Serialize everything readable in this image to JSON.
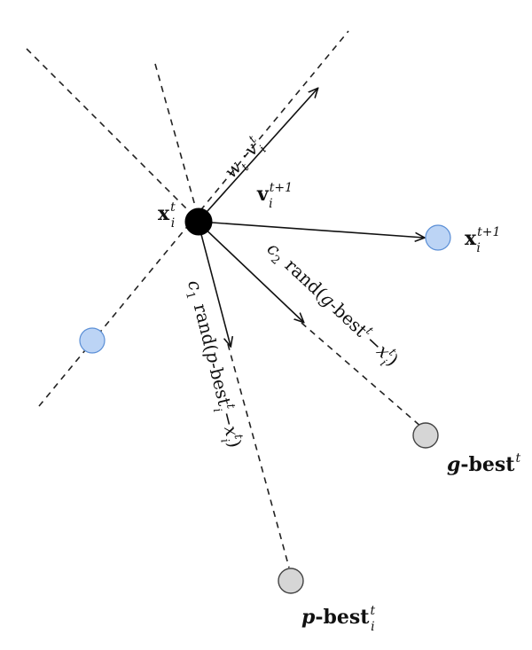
{
  "labels": {
    "current_position": {
      "base": "x",
      "sub": "i",
      "sup": "t"
    },
    "next_position": {
      "base": "x",
      "sub": "i",
      "sup": "t+1"
    },
    "velocity_next": {
      "base": "v",
      "sub": "i",
      "sup": "t+1"
    },
    "inertia": {
      "w": "w",
      "w_sub": "t",
      "dot": "·",
      "v": "v",
      "v_sub": "i",
      "v_sup": "t"
    },
    "social": {
      "c": "c",
      "c_sub": "2",
      "text": "rand(",
      "g": "g",
      "best": "-best",
      "sup": "t",
      "minus": "−",
      "x": "x",
      "x_sub": "i",
      "x_sup": "t",
      "close": ")"
    },
    "cognitive": {
      "c": "c",
      "c_sub": "1",
      "text": "rand(",
      "p": "p",
      "best": "-best",
      "sub": "i",
      "sup": "t",
      "minus": "−",
      "x": "x",
      "x_sub": "i",
      "x_sup": "t",
      "close": ")"
    },
    "g_best": {
      "prefix": "g",
      "text": "-best",
      "sup": "t"
    },
    "p_best": {
      "prefix": "p",
      "text": "-best",
      "sup": "t",
      "sub": "i"
    }
  },
  "colors": {
    "current_particle": "#000000",
    "other_particle": "#bcd4f5",
    "other_particle_stroke": "#5b8fd6",
    "best_particle": "#d6d6d6",
    "best_particle_stroke": "#444444"
  }
}
